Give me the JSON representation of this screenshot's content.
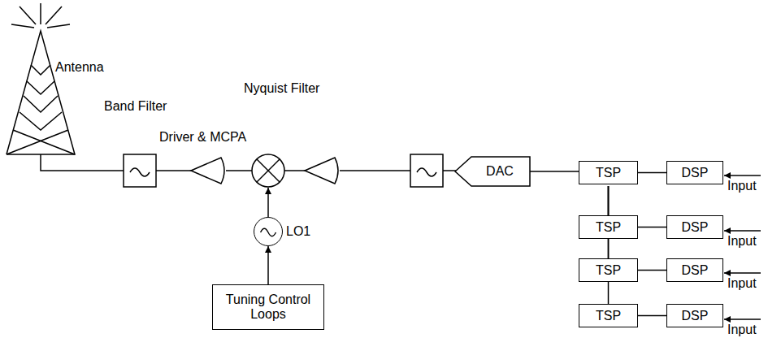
{
  "diagram": {
    "nodes": [
      {
        "text": [
          "LO1"
        ]
      },
      {
        "text": [
          "Tuning Control Loops"
        ]
      },
      {
        "text": [
          "DAC"
        ]
      },
      {
        "text": [
          "TSP"
        ]
      },
      {
        "text": [
          "DSP"
        ]
      },
      {
        "text": [
          "TSP"
        ]
      },
      {
        "text": [
          "DSP"
        ]
      },
      {
        "text": [
          "TSP"
        ]
      },
      {
        "text": [
          "DSP"
        ]
      },
      {
        "text": [
          "TSP"
        ]
      },
      {
        "text": [
          "DSP"
        ]
      }
    ],
    "edges": [
      {
        "from": 1,
        "to": 0,
        "arrow": "to"
      },
      {
        "from": 4,
        "to": 3,
        "arrow": "none"
      },
      {
        "from": 3,
        "to": 2,
        "arrow": "none"
      },
      {
        "from": 6,
        "to": 5,
        "arrow": "none"
      },
      {
        "from": 5,
        "to": 2,
        "arrow": "none"
      },
      {
        "from": 8,
        "to": 7,
        "arrow": "none"
      },
      {
        "from": 7,
        "to": 2,
        "arrow": "none"
      },
      {
        "from": 10,
        "to": 9,
        "arrow": "none"
      },
      {
        "from": 9,
        "to": 2,
        "arrow": "none"
      }
    ],
    "labels": [
      "Antenna",
      "Band Filter",
      "Nyquist Filter",
      "Driver & MCPA",
      "Input",
      "Input",
      "Input",
      "Input"
    ]
  }
}
